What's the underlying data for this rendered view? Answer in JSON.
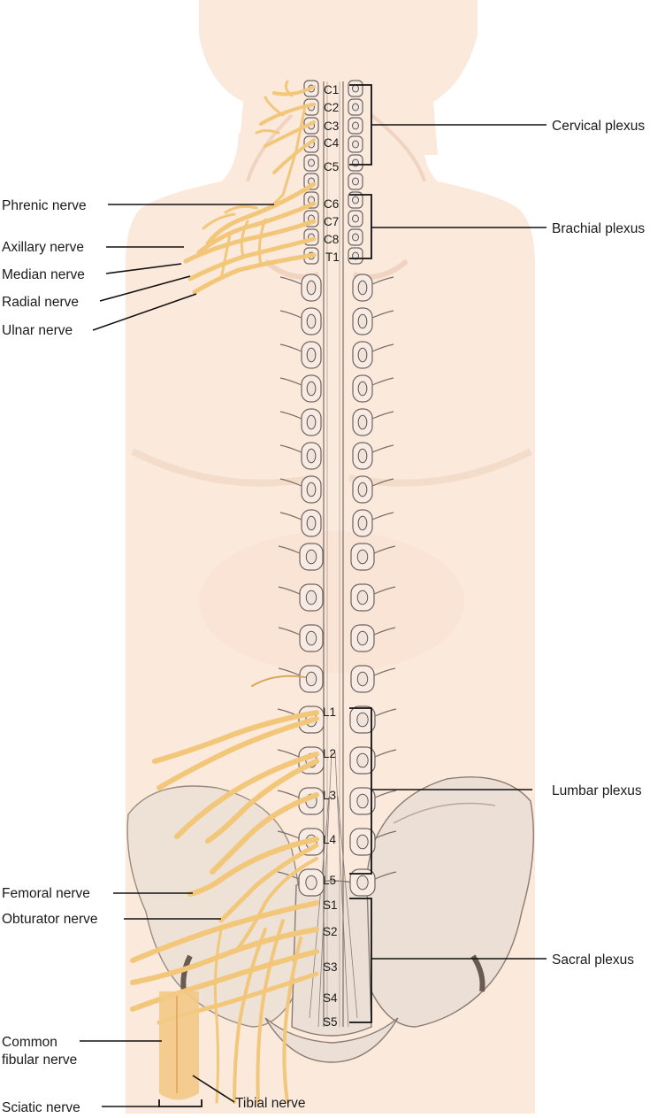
{
  "labels": {
    "left": {
      "phrenic": "Phrenic nerve",
      "axillary": "Axillary nerve",
      "median": "Median nerve",
      "radial": "Radial nerve",
      "ulnar": "Ulnar nerve",
      "femoral": "Femoral nerve",
      "obturator": "Obturator nerve",
      "common_fibular_1": "Common",
      "common_fibular_2": "fibular nerve",
      "sciatic": "Sciatic nerve"
    },
    "right": {
      "cervical": "Cervical plexus",
      "brachial": "Brachial plexus",
      "lumbar": "Lumbar plexus",
      "sacral": "Sacral plexus"
    },
    "tibial": "Tibial nerve"
  },
  "segments": {
    "cervical": [
      "C1",
      "C2",
      "C3",
      "C4",
      "C5",
      "C6",
      "C7",
      "C8"
    ],
    "thoracic": [
      "T1"
    ],
    "lumbar": [
      "L1",
      "L2",
      "L3",
      "L4",
      "L5"
    ],
    "sacral": [
      "S1",
      "S2",
      "S3",
      "S4",
      "S5"
    ]
  },
  "colors": {
    "skin": "#fbe9dc",
    "skin_edge": "#f3d9c7",
    "nerve": "#f2c77a",
    "bone": "#ece0d6",
    "line": "#111111"
  }
}
